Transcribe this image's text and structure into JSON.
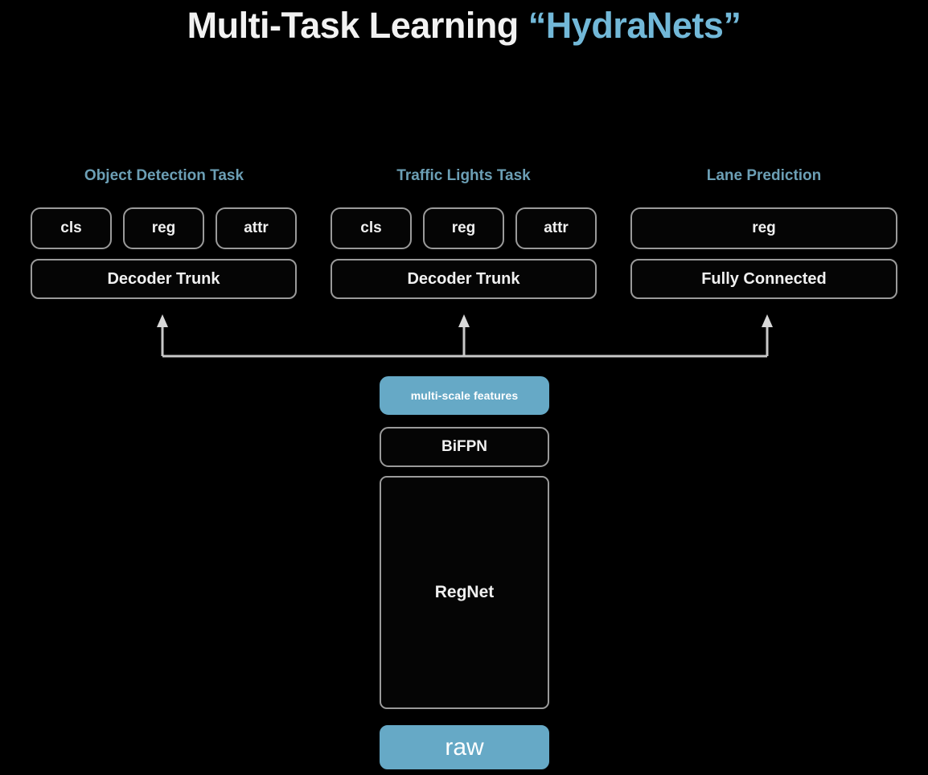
{
  "title": {
    "main": "Multi-Task Learning ",
    "accent": "“HydraNets”"
  },
  "colors": {
    "background": "#000000",
    "box_border": "#9a9a9a",
    "box_fill": "#050505",
    "text": "#f0f0f0",
    "accent_blue": "#72b8d8",
    "filled_box": "#66a9c6",
    "label_blue": "#6c9fb5",
    "wire": "#c8c8c8"
  },
  "diagram": {
    "type": "architecture-block-diagram",
    "task_columns": [
      {
        "label": "Object Detection Task",
        "heads": [
          "cls",
          "reg",
          "attr"
        ],
        "trunk": "Decoder Trunk"
      },
      {
        "label": "Traffic Lights Task",
        "heads": [
          "cls",
          "reg",
          "attr"
        ],
        "trunk": "Decoder Trunk"
      },
      {
        "label": "Lane Prediction",
        "heads": [
          "reg"
        ],
        "trunk": "Fully Connected"
      }
    ],
    "backbone": [
      {
        "name": "multi-scale features",
        "style": "filled"
      },
      {
        "name": "BiFPN",
        "style": "outline"
      },
      {
        "name": "RegNet",
        "style": "outline-tall"
      },
      {
        "name": "raw",
        "style": "filled-large"
      }
    ],
    "connector": {
      "kind": "shared-bus-with-arrows",
      "arrow_count": 3,
      "direction": "up"
    }
  }
}
